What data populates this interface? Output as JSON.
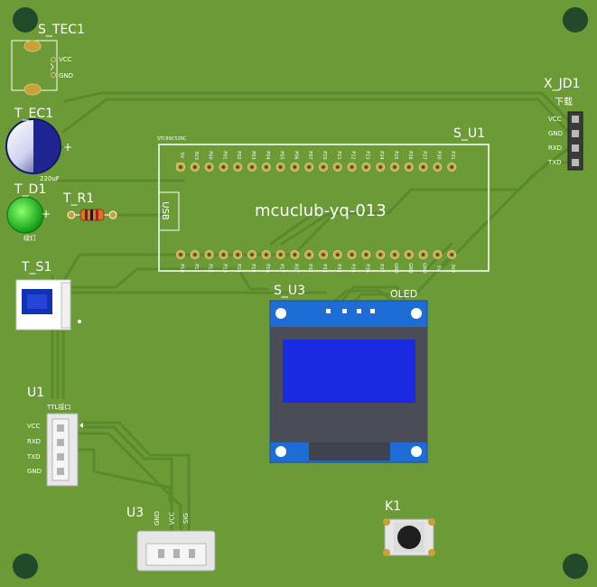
{
  "colors": {
    "board": "#6b9a36",
    "trace": "#5e8c2e",
    "silk": "#ffffff",
    "gold": "#c9a13b",
    "oled_screen": "#1a2ae0",
    "oled_pcb": "#1e6cd6"
  },
  "labels": {
    "s_tec1": "S_TEC1",
    "vcc": "VCC",
    "gnd": "GND",
    "t_ec1": "T_EC1",
    "cap_value": "220uF",
    "plus": "+",
    "t_d1": "T_D1",
    "green": "绿灯",
    "t_r1": "T_R1",
    "t_s1": "T_S1",
    "u1": "U1",
    "ttl": "TTL接口",
    "u1_pins": [
      "VCC",
      "RXD",
      "TXD",
      "GND"
    ],
    "u3": "U3",
    "u3_pins": [
      "GND",
      "VCC",
      "SIG"
    ],
    "s_u1": "S_U1",
    "mcu_text": "mcuclub-yq-013",
    "usb": "USB",
    "stc": "STC89C52RC",
    "top_pins": [
      "5V",
      "3V3",
      "P00",
      "P01",
      "P02",
      "P03",
      "P04",
      "P05",
      "P06",
      "P07",
      "P20",
      "P21",
      "P22",
      "P23",
      "P24",
      "P25",
      "P26",
      "P27",
      "P30",
      "P31"
    ],
    "bottom_pins": [
      "P10",
      "P11",
      "P12",
      "P13",
      "P14",
      "P15",
      "P16",
      "P17",
      "RST",
      "P32",
      "P33",
      "P34",
      "P35",
      "P36",
      "P37",
      "GND",
      "GND",
      "GND",
      "5V",
      "3V3"
    ],
    "x_jd1": "X_JD1",
    "download": "下载",
    "jd_pins": [
      "VCC",
      "GND",
      "RXD",
      "TXD"
    ],
    "s_u3": "S_U3",
    "oled": "OLED",
    "k1": "K1"
  }
}
